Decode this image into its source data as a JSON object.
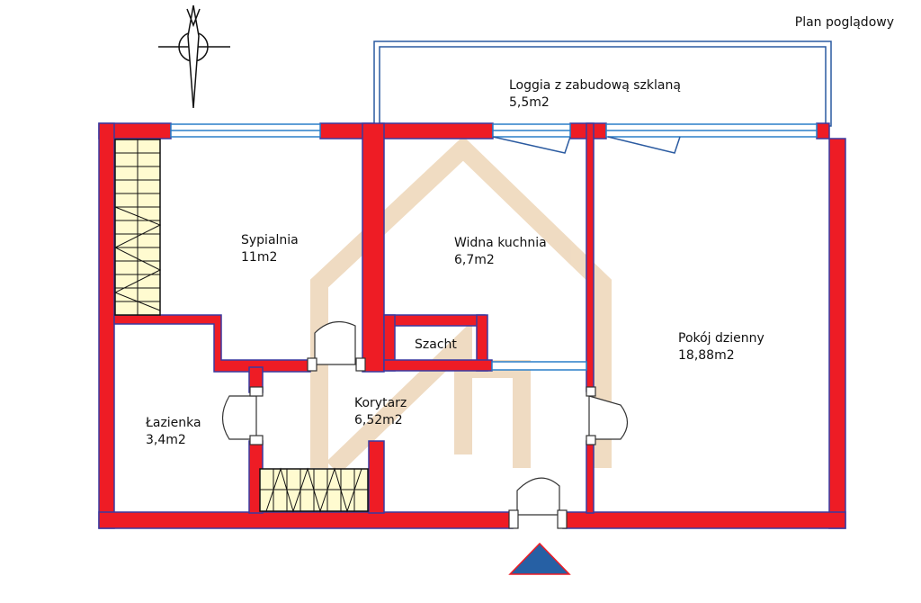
{
  "title": "Plan poglądowy",
  "rooms": {
    "loggia": {
      "name": "Loggia z zabudową szklaną",
      "area": "5,5m2"
    },
    "bedroom": {
      "name": "Sypialnia",
      "area": "11m2"
    },
    "kitchen": {
      "name": "Widna kuchnia",
      "area": "6,7m2"
    },
    "shaft": {
      "name": "Szacht"
    },
    "living": {
      "name": "Pokój dzienny",
      "area": "18,88m2"
    },
    "bathroom": {
      "name": "Łazienka",
      "area": "3,4m2"
    },
    "corridor": {
      "name": "Korytarz",
      "area": "6,52m2"
    }
  },
  "icons": {
    "compass": "compass-north-icon",
    "entrance": "entrance-arrow-icon",
    "watermark": "house-logo-watermark"
  },
  "colors": {
    "wall": "#ee1c25",
    "wall_outline": "#3a3aa0",
    "window": "#2a7fc9",
    "wardrobe": "#fffbd0",
    "entrance_arrow": "#2660a4",
    "watermark": "#e8c9a4"
  }
}
